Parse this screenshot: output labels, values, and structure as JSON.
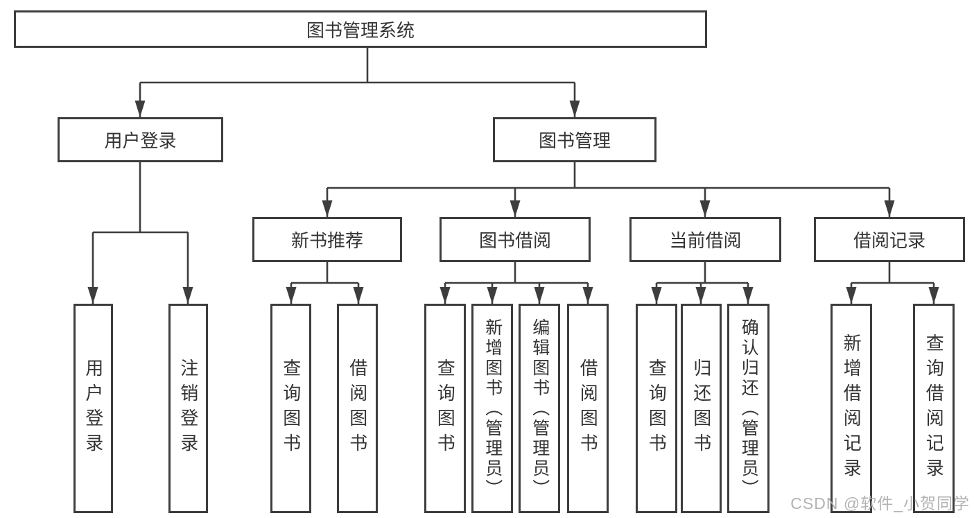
{
  "colors": {
    "line": "#3d3d3d",
    "text": "#333333",
    "background": "#ffffff",
    "watermark": "#a8a8a8"
  },
  "watermark": {
    "text": "CSDN @软件_小贺同学"
  },
  "diagram": {
    "root": {
      "label": "图书管理系统"
    },
    "branches": [
      {
        "label": "用户登录",
        "children": [
          {
            "label": "用户登录"
          },
          {
            "label": "注销登录"
          }
        ]
      },
      {
        "label": "图书管理",
        "children": [
          {
            "label": "新书推荐",
            "children": [
              {
                "label": "查询图书"
              },
              {
                "label": "借阅图书"
              }
            ]
          },
          {
            "label": "图书借阅",
            "children": [
              {
                "label": "查询图书"
              },
              {
                "label": "新增图书（管理员）"
              },
              {
                "label": "编辑图书（管理员）"
              },
              {
                "label": "借阅图书"
              }
            ]
          },
          {
            "label": "当前借阅",
            "children": [
              {
                "label": "查询图书"
              },
              {
                "label": "归还图书"
              },
              {
                "label": "确认归还（管理员）"
              }
            ]
          },
          {
            "label": "借阅记录",
            "children": [
              {
                "label": "新增借阅记录"
              },
              {
                "label": "查询借阅记录"
              }
            ]
          }
        ]
      }
    ]
  }
}
